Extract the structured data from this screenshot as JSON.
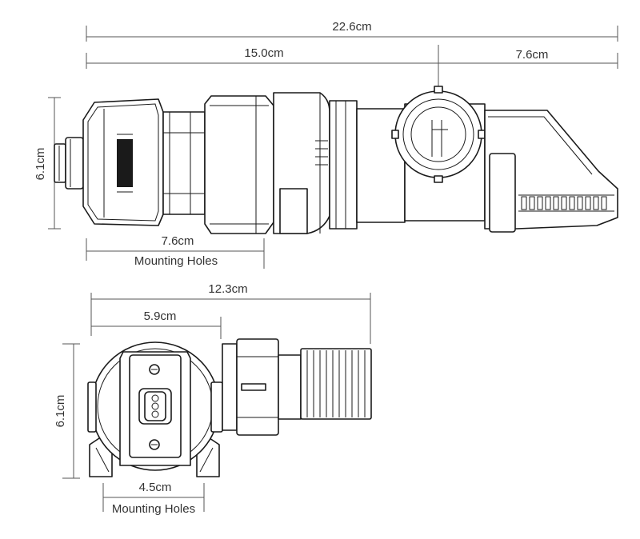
{
  "side_view": {
    "overall_length": "22.6cm",
    "body_length": "15.0cm",
    "outlet_length": "7.6cm",
    "height": "6.1cm",
    "mounting_holes_spacing": "7.6cm",
    "mounting_holes_label": "Mounting Holes"
  },
  "end_view": {
    "overall_length": "12.3cm",
    "body_width": "5.9cm",
    "height": "6.1cm",
    "mounting_holes_spacing": "4.5cm",
    "mounting_holes_label": "Mounting Holes"
  }
}
